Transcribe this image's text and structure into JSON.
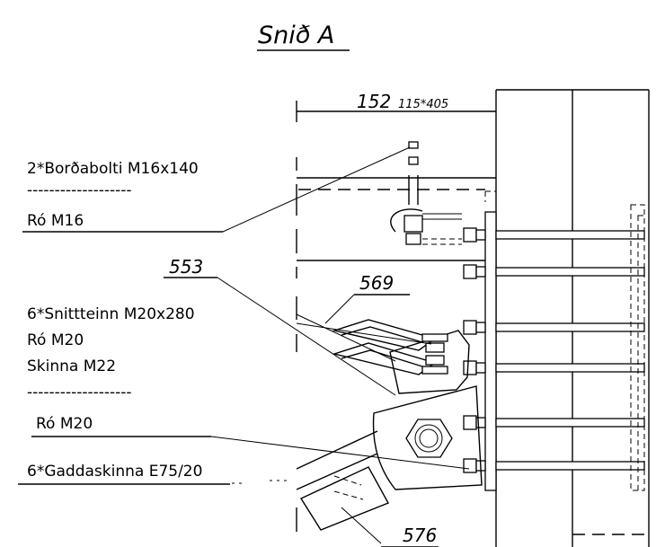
{
  "title": "Snið A",
  "dimension": {
    "main": "152",
    "sub": "115*405"
  },
  "part_numbers": {
    "p553": "553",
    "p569": "569",
    "p576": "576"
  },
  "labels": {
    "bolt": "2*Borðabolti M16x140",
    "dash1": "-------------------",
    "nut16": "Ró M16",
    "rod": "6*Snittteinn M20x280",
    "nut20a": "Ró M20",
    "washer": "Skinna M22",
    "dash2": "-------------------",
    "nut20b": "Ró M20",
    "gaddaskinna": "6*Gaddaskinna E75/20"
  }
}
